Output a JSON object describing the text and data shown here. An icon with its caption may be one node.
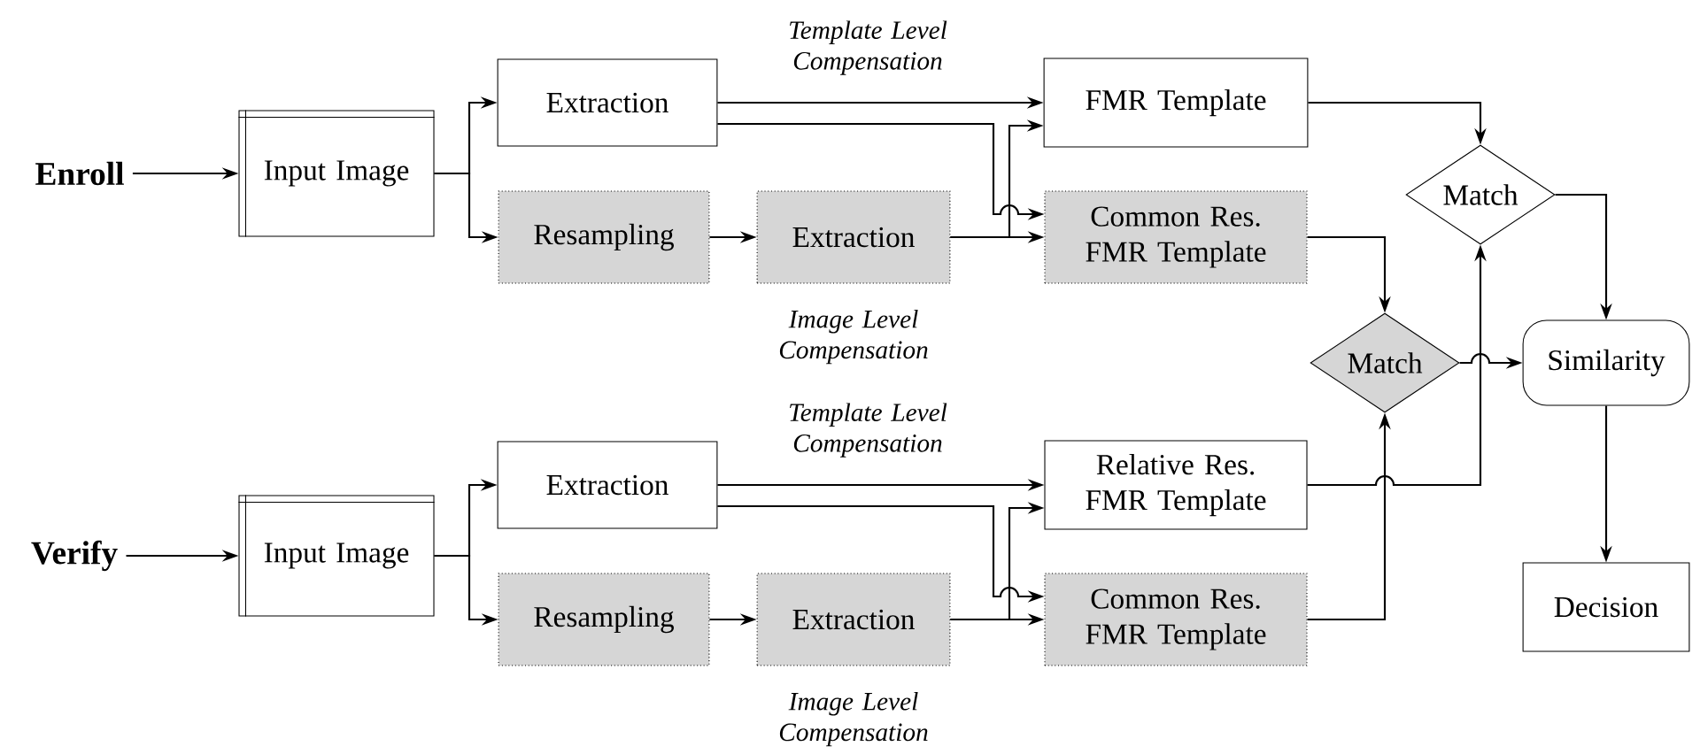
{
  "diagram": {
    "nodes": [
      {
        "text": [
          "Enroll"
        ]
      },
      {
        "text": [
          "Input Image"
        ]
      },
      {
        "text": [
          "Extraction"
        ]
      },
      {
        "text": [
          "Resampling"
        ]
      },
      {
        "text": [
          "Extraction"
        ],
        "beside": [
          "Image Level Compensation"
        ]
      },
      {
        "text": [
          "FMR Template"
        ]
      },
      {
        "text": [
          "Common Res. FMR Template"
        ]
      },
      {
        "text": [
          "Match"
        ]
      },
      {
        "text": [
          "Match"
        ]
      },
      {
        "text": [
          "Similarity"
        ]
      },
      {
        "text": [
          "Verify"
        ]
      },
      {
        "text": [
          "Input Image"
        ]
      },
      {
        "text": [
          "Extraction"
        ]
      },
      {
        "text": [
          "Resampling"
        ]
      },
      {
        "text": [
          "Extraction"
        ],
        "beside": [
          "Image Level Compensation"
        ]
      },
      {
        "text": [
          "Relative Res. FMR Template"
        ]
      },
      {
        "text": [
          "Common Res. FMR Template"
        ]
      },
      {
        "text": [
          "Decision"
        ]
      }
    ],
    "edges": [
      {
        "from": 0,
        "to": 1,
        "arrow": "to"
      },
      {
        "from": 1,
        "to": 2,
        "arrow": "to"
      },
      {
        "from": 1,
        "to": 3,
        "arrow": "to"
      },
      {
        "from": 3,
        "to": 4,
        "arrow": "to"
      },
      {
        "from": 2,
        "to": 5,
        "arrow": "to",
        "label": "Template Level Compensation"
      },
      {
        "from": 2,
        "to": 6,
        "arrow": "to"
      },
      {
        "from": 4,
        "to": 5,
        "arrow": "to"
      },
      {
        "from": 4,
        "to": 6,
        "arrow": "to"
      },
      {
        "from": 5,
        "to": 7,
        "arrow": "to"
      },
      {
        "from": 6,
        "to": 8,
        "arrow": "to"
      },
      {
        "from": 7,
        "to": 9,
        "arrow": "to"
      },
      {
        "from": 8,
        "to": 9,
        "arrow": "to"
      },
      {
        "from": 9,
        "to": 17,
        "arrow": "to"
      },
      {
        "from": 10,
        "to": 11,
        "arrow": "to"
      },
      {
        "from": 11,
        "to": 12,
        "arrow": "to"
      },
      {
        "from": 11,
        "to": 13,
        "arrow": "to"
      },
      {
        "from": 13,
        "to": 14,
        "arrow": "to"
      },
      {
        "from": 12,
        "to": 15,
        "arrow": "to",
        "label": "Template Level Compensation"
      },
      {
        "from": 12,
        "to": 16,
        "arrow": "to"
      },
      {
        "from": 14,
        "to": 15,
        "arrow": "to"
      },
      {
        "from": 14,
        "to": 16,
        "arrow": "to"
      },
      {
        "from": 15,
        "to": 7,
        "arrow": "to"
      },
      {
        "from": 16,
        "to": 8,
        "arrow": "to"
      }
    ]
  }
}
